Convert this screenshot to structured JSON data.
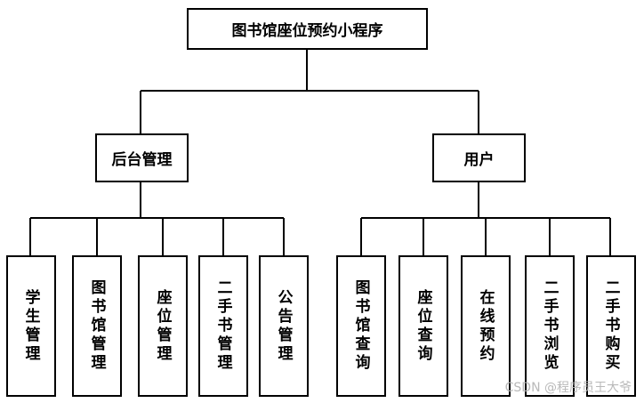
{
  "root": {
    "label": "图书馆座位预约小程序"
  },
  "branches": [
    {
      "label": "后台管理",
      "children": [
        "学生管理",
        "图书馆管理",
        "座位管理",
        "二手书管理",
        "公告管理"
      ]
    },
    {
      "label": "用户",
      "children": [
        "图书馆查询",
        "座位查询",
        "在线预约",
        "二手书浏览",
        "二手书购买"
      ]
    }
  ],
  "watermark": "CSDN @程序员王大爷",
  "colors": {
    "line": "#000000",
    "box_border": "#000000",
    "watermark": "#b9b9b9"
  }
}
